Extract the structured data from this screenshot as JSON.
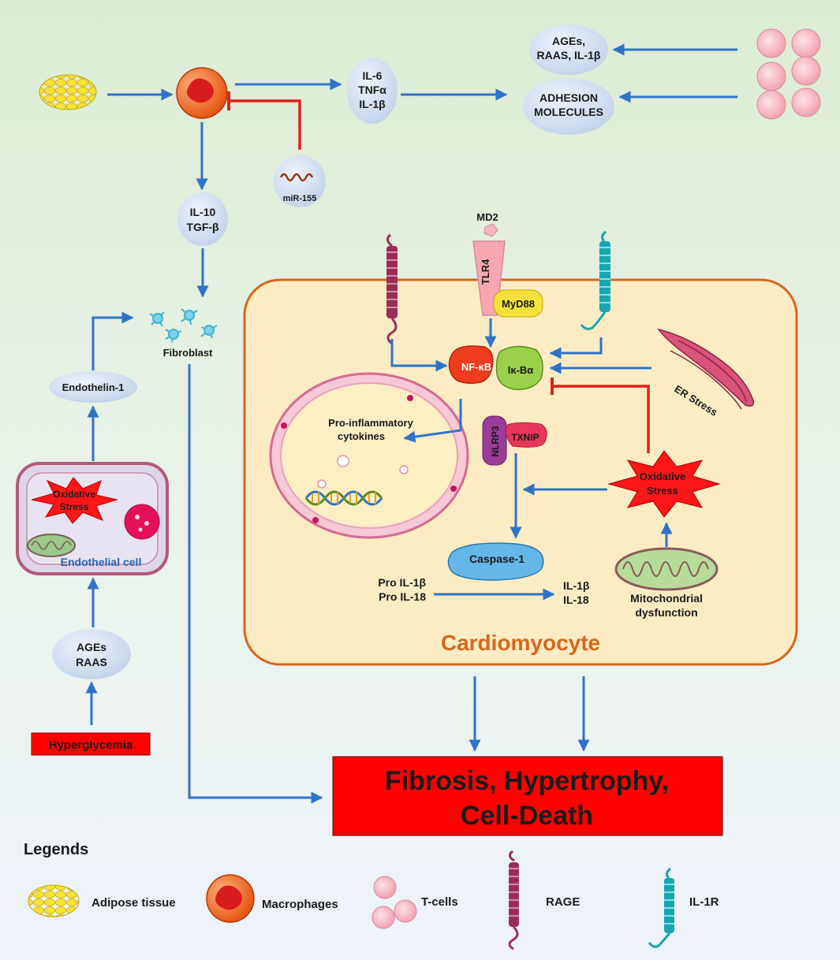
{
  "colors": {
    "arrow": "#2f73c8",
    "inhibit": "#e0201c",
    "cardiomyocyte_fill": "#fdecc3",
    "cardiomyocyte_border": "#d7661c",
    "cardiomyocyte_title": "#d7661c",
    "outcome_fill": "#ff0000",
    "endothelial_label": "#2a66b8"
  },
  "top": {
    "cytokines": [
      "IL-6",
      "TNFα",
      "IL-1β"
    ],
    "ages_box": [
      "AGEs,",
      "RAAS, IL-1β"
    ],
    "adhesion_box": [
      "ADHESION",
      "MOLECULES"
    ],
    "mirna": "miR-155",
    "anti_inflammatory": [
      "IL-10",
      "TGF-β"
    ]
  },
  "left": {
    "fibroblast": "Fibroblast",
    "endothelin": "Endothelin-1",
    "oxidative_stress": [
      "Oxidative",
      "Stress"
    ],
    "endothelial_cell": "Endothelial cell",
    "ages_raas": [
      "AGEs",
      "RAAS"
    ],
    "hyperglycemia": "Hyperglycemia"
  },
  "cell": {
    "title": "Cardiomyocyte",
    "md2": "MD2",
    "tlr4": "TLR4",
    "myd88": "MyD88",
    "nfkb": "NF-κB",
    "ikba": "Iκ-Bα",
    "er_stress": "ER Stress",
    "nucleus_text": [
      "Pro-inflammatory",
      "cytokines"
    ],
    "nlrp3": "NLRP3",
    "txnip": "TXNIP",
    "oxidative_stress": [
      "Oxidative",
      "Stress"
    ],
    "caspase": "Caspase-1",
    "pro_il": [
      "Pro IL-1β",
      "Pro IL-18"
    ],
    "il": [
      "IL-1β",
      "IL-18"
    ],
    "mito": [
      "Mitochondrial",
      "dysfunction"
    ]
  },
  "outcome": [
    "Fibrosis, Hypertrophy,",
    "Cell-Death"
  ],
  "legend": {
    "title": "Legends",
    "items": [
      "Adipose tissue",
      "Macrophages",
      "T-cells",
      "RAGE",
      "IL-1R"
    ]
  }
}
